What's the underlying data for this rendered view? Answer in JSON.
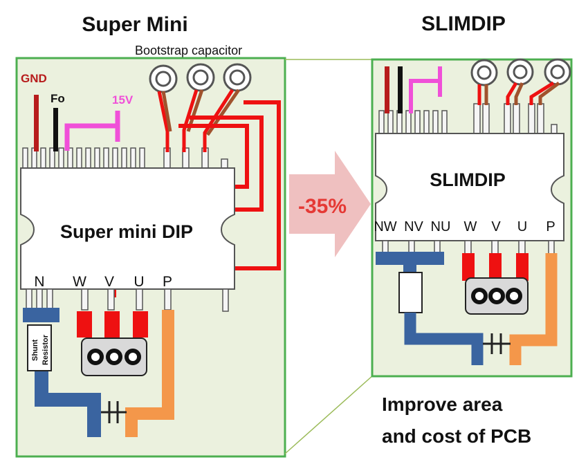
{
  "left_title": "Super Mini",
  "right_title": "SLIMDIP",
  "bootstrap_label": "Bootstrap capacitor",
  "gnd_label": "GND",
  "fo_label": "Fo",
  "v15_label": "15V",
  "left_chip_label": "Super mini DIP",
  "right_chip_label": "SLIMDIP",
  "left_pins": [
    "N",
    "W",
    "V",
    "U",
    "P"
  ],
  "right_pins": [
    "NW",
    "NV",
    "NU",
    "W",
    "V",
    "U",
    "P"
  ],
  "shunt_label_1": "Shunt",
  "shunt_label_2": "Resistor",
  "reduction": "-35%",
  "improve_line1": "Improve area",
  "improve_line2": "and cost of PCB",
  "colors": {
    "board_fill": "#ebf1de",
    "board_border": "#4caf50",
    "trace_red": "#ee1111",
    "trace_brown": "#a0522d",
    "trace_blue": "#3a64a0",
    "trace_orange": "#f4974a",
    "trace_magenta": "#f050d8",
    "gnd_dark_red": "#b71c1c",
    "arrow_fill": "#efc0c0",
    "reduction_text": "#e53935"
  }
}
